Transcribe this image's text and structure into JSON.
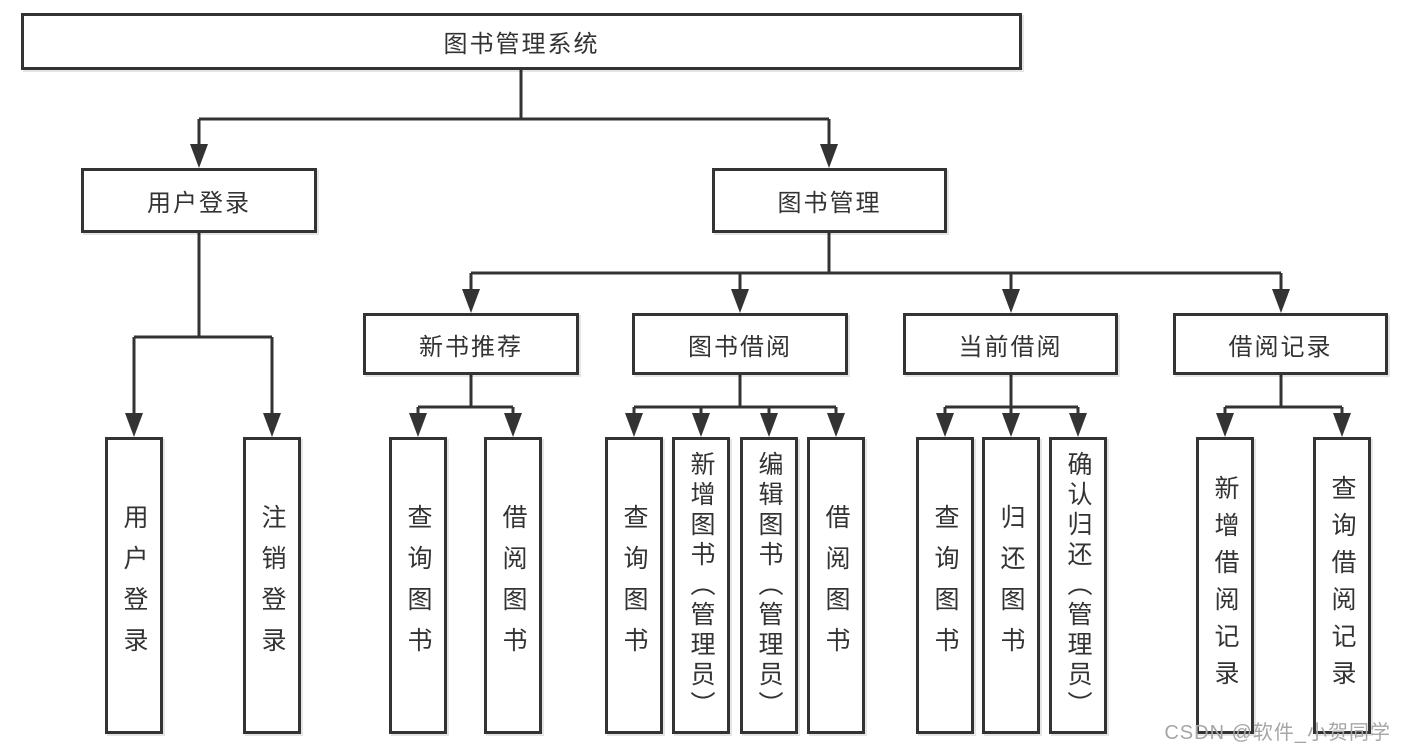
{
  "diagram": {
    "root": {
      "label": "图书管理系统"
    },
    "level2": [
      {
        "label": "用户登录"
      },
      {
        "label": "图书管理"
      }
    ],
    "level3": [
      {
        "label": "新书推荐"
      },
      {
        "label": "图书借阅"
      },
      {
        "label": "当前借阅"
      },
      {
        "label": "借阅记录"
      }
    ],
    "leaves": [
      {
        "label": "用户登录"
      },
      {
        "label": "注销登录"
      },
      {
        "label": "查询图书"
      },
      {
        "label": "借阅图书"
      },
      {
        "label": "查询图书"
      },
      {
        "label": "新增图书（管理员）"
      },
      {
        "label": "编辑图书（管理员）"
      },
      {
        "label": "借阅图书"
      },
      {
        "label": "查询图书"
      },
      {
        "label": "归还图书"
      },
      {
        "label": "确认归还（管理员）"
      },
      {
        "label": "新增借阅记录"
      },
      {
        "label": "查询借阅记录"
      }
    ]
  },
  "watermark": {
    "text": "CSDN @软件_小贺同学"
  },
  "colors": {
    "line": "#333333",
    "box-border": "#333333",
    "box-bg": "#ffffff",
    "text": "#333333",
    "watermark": "#a6a6a6",
    "background": "#ffffff"
  }
}
